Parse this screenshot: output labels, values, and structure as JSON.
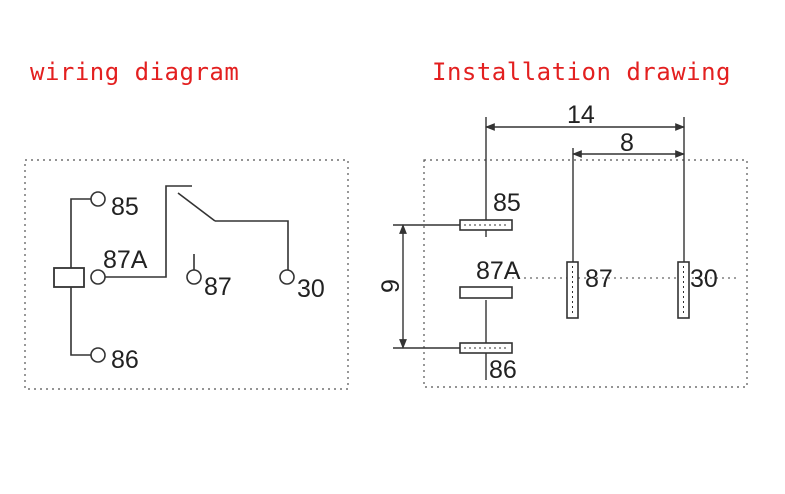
{
  "titles": {
    "wiring": "wiring diagram",
    "installation": "Installation drawing"
  },
  "wiring_diagram": {
    "terminals": {
      "t85": "85",
      "t87A": "87A",
      "t87": "87",
      "t30": "30",
      "t86": "86"
    }
  },
  "installation_drawing": {
    "dimensions": {
      "width_total": "14",
      "width_inner": "8",
      "height": "9"
    },
    "pins": {
      "p85": "85",
      "p87A": "87A",
      "p87": "87",
      "p30": "30",
      "p86": "86"
    }
  },
  "colors": {
    "title": "#e32020",
    "line": "#333333"
  }
}
